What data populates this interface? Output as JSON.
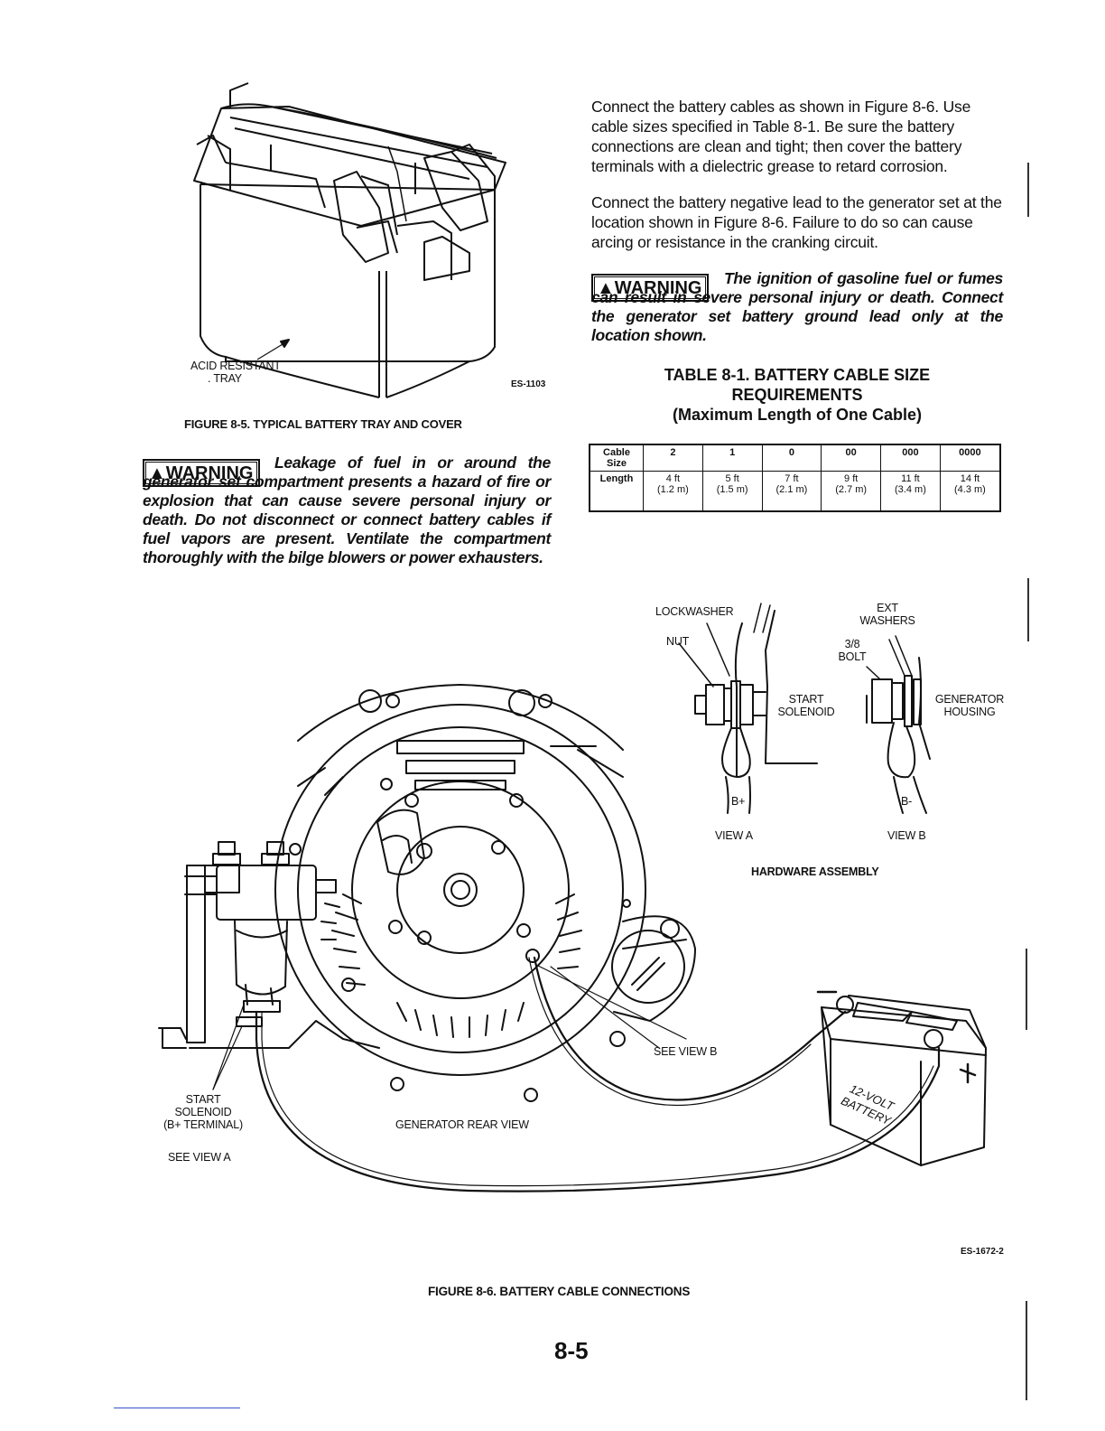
{
  "fig85": {
    "acid_label_1": "ACID RESISTANT",
    "acid_label_2": ". TRAY",
    "code": "ES-1103",
    "caption": "FIGURE 8-5.   TYPICAL BATTERY TRAY AND COVER"
  },
  "right_column": {
    "para1": "Connect the battery cables as shown in Figure 8-6. Use cable sizes specified in Table 8-1. Be sure the battery connections are clean and tight; then cover the battery terminals with a dielectric grease to retard corrosion.",
    "para2": "Connect the battery negative lead to the generator set at the location shown in Figure 8-6. Failure to do so can cause arcing or resistance in the cranking circuit."
  },
  "warning1": {
    "label": "▲WARNING",
    "text": "Leakage of fuel in or around the generator set compartment presents a hazard of fire or explosion that can cause severe personal injury or death. Do not disconnect or connect battery cables if fuel vapors are present. Ventilate the compartment thoroughly with the bilge blowers or power exhausters."
  },
  "warning2": {
    "label": "▲WARNING",
    "text": "The ignition of gasoline fuel or fumes can result in severe personal injury or death. Connect the generator set battery ground lead only at the location shown."
  },
  "table81": {
    "title_1": "TABLE 8-1. BATTERY CABLE SIZE",
    "title_2": "REQUIREMENTS",
    "title_3": "(Maximum Length of One Cable)",
    "row1_header": "Cable Size",
    "sizes": [
      "2",
      "1",
      "0",
      "00",
      "000",
      "0000"
    ],
    "row2_header": "Length",
    "lengths_ft": [
      "4 ft",
      "5 ft",
      "7 ft",
      "9 ft",
      "11 ft",
      "14 ft"
    ],
    "lengths_m": [
      "(1.2 m)",
      "(1.5 m)",
      "(2.1 m)",
      "(2.7 m)",
      "(3.4 m)",
      "(4.3 m)"
    ]
  },
  "fig86": {
    "lockwasher": "LOCKWASHER",
    "nut": "NUT",
    "start_solenoid_a": "START",
    "start_solenoid_b": "SOLENOID",
    "bplus": "B+",
    "view_a": "VIEW A",
    "ext_washers_1": "EXT",
    "ext_washers_2": "WASHERS",
    "bolt_1": "3/8",
    "bolt_2": "BOLT",
    "gen_housing_1": "GENERATOR",
    "gen_housing_2": "HOUSING",
    "bminus": "B-",
    "view_b": "VIEW B",
    "hardware": "HARDWARE ASSEMBLY",
    "see_view_b": "SEE VIEW B",
    "start_label_1": "START",
    "start_label_2": "SOLENOID",
    "start_label_3": "(B+ TERMINAL)",
    "see_view_a": "SEE VIEW A",
    "gen_rear": "GENERATOR REAR VIEW",
    "battery_1": "12-VOLT",
    "battery_2": "BATTERY",
    "minus": "—",
    "plus": "+",
    "code": "ES-1672-2",
    "caption": "FIGURE 8-6.   BATTERY CABLE CONNECTIONS"
  },
  "page_number": "8-5"
}
